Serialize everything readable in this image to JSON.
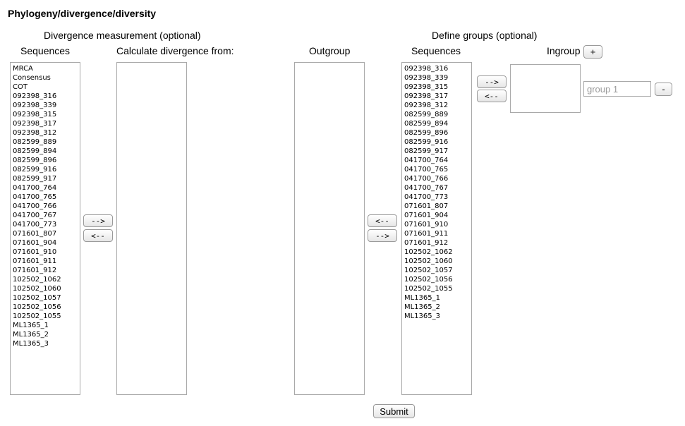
{
  "page_title": "Phylogeny/divergence/diversity",
  "divergence": {
    "heading": "Divergence measurement (optional)",
    "sequences_label": "Sequences",
    "calculate_label": "Calculate divergence from:",
    "sequences": [
      "MRCA",
      "Consensus",
      "COT",
      "092398_316",
      "092398_339",
      "092398_315",
      "092398_317",
      "092398_312",
      "082599_889",
      "082599_894",
      "082599_896",
      "082599_916",
      "082599_917",
      "041700_764",
      "041700_765",
      "041700_766",
      "041700_767",
      "041700_773",
      "071601_807",
      "071601_904",
      "071601_910",
      "071601_911",
      "071601_912",
      "102502_1062",
      "102502_1060",
      "102502_1057",
      "102502_1056",
      "102502_1055",
      "ML1365_1",
      "ML1365_2",
      "ML1365_3"
    ],
    "calculate_from": [],
    "move_right_label": "-->",
    "move_left_label": "<--"
  },
  "groups": {
    "heading": "Define groups (optional)",
    "outgroup_label": "Outgroup",
    "sequences_label": "Sequences",
    "ingroup_label": "Ingroup",
    "outgroup": [],
    "sequences": [
      "092398_316",
      "092398_339",
      "092398_315",
      "092398_317",
      "092398_312",
      "082599_889",
      "082599_894",
      "082599_896",
      "082599_916",
      "082599_917",
      "041700_764",
      "041700_765",
      "041700_766",
      "041700_767",
      "041700_773",
      "071601_807",
      "071601_904",
      "071601_910",
      "071601_911",
      "071601_912",
      "102502_1062",
      "102502_1060",
      "102502_1057",
      "102502_1056",
      "102502_1055",
      "ML1365_1",
      "ML1365_2",
      "ML1365_3"
    ],
    "to_outgroup_label": "<--",
    "from_outgroup_label": "-->",
    "to_ingroup_label": "-->",
    "from_ingroup_label": "<--",
    "add_group_label": "+",
    "remove_group_label": "-",
    "group_placeholder": "group 1",
    "group_value": ""
  },
  "submit_label": "Submit"
}
